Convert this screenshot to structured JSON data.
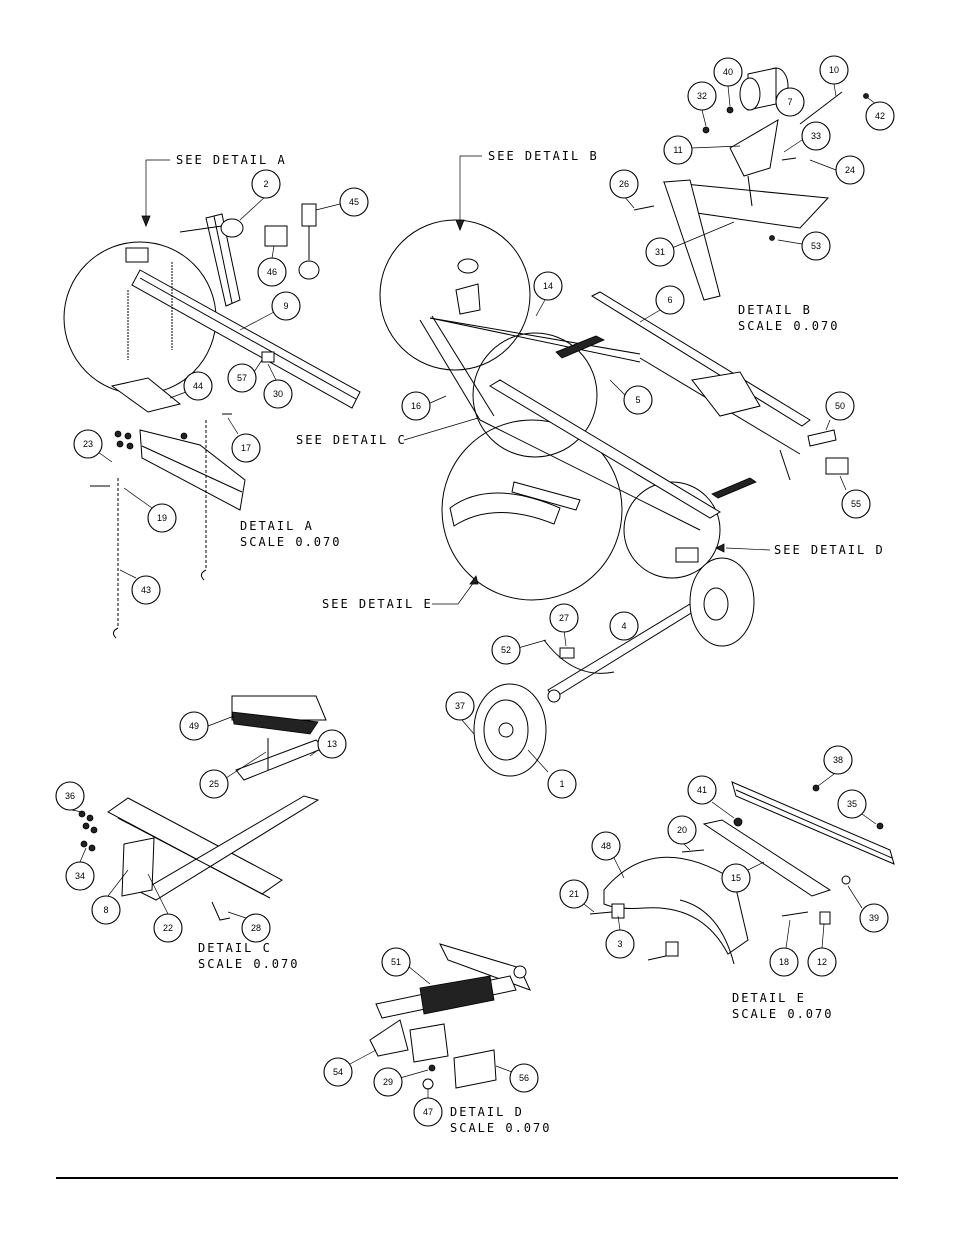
{
  "callouts": [
    "1",
    "2",
    "3",
    "4",
    "5",
    "6",
    "7",
    "8",
    "9",
    "10",
    "11",
    "12",
    "13",
    "14",
    "15",
    "16",
    "17",
    "18",
    "19",
    "20",
    "21",
    "22",
    "23",
    "24",
    "25",
    "26",
    "27",
    "28",
    "29",
    "30",
    "31",
    "32",
    "33",
    "34",
    "35",
    "36",
    "37",
    "38",
    "39",
    "40",
    "41",
    "42",
    "43",
    "44",
    "45",
    "46",
    "47",
    "48",
    "49",
    "50",
    "51",
    "52",
    "53",
    "54",
    "55",
    "56",
    "57"
  ],
  "details": {
    "see_a": "SEE DETAIL  A",
    "see_b": "SEE DETAIL  B",
    "see_c": "SEE DETAIL  C",
    "see_d": "SEE DETAIL  D",
    "see_e": "SEE DETAIL  E",
    "a_title": "DETAIL  A",
    "a_scale": "SCALE  0.070",
    "b_title": "DETAIL  B",
    "b_scale": "SCALE  0.070",
    "c_title": "DETAIL  C",
    "c_scale": "SCALE  0.070",
    "d_title": "DETAIL  D",
    "d_scale": "SCALE  0.070",
    "e_title": "DETAIL  E",
    "e_scale": "SCALE  0.070"
  }
}
